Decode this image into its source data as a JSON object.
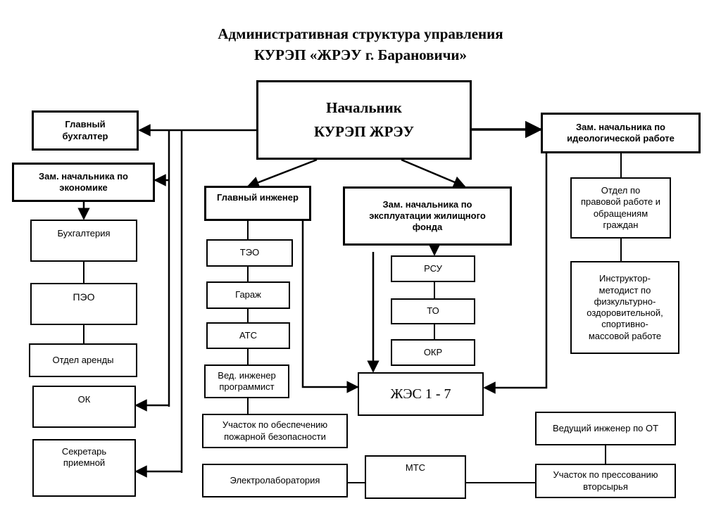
{
  "title_line1": "Административная структура управления",
  "title_line2": "КУРЭП «ЖРЭУ г. Барановичи»",
  "nodes": {
    "head_line1": "Начальник",
    "head_line2": "КУРЭП ЖРЭУ",
    "chief_accountant": "Главный\nбухгалтер",
    "deputy_econ": "Зам. начальника по\nэкономике",
    "accounting": "Бухгалтерия",
    "peo": "ПЭО",
    "rent": "Отдел аренды",
    "ok": "ОК",
    "secretary": "Секретарь\nприемной",
    "chief_engineer": "Главный инженер",
    "teo": "ТЭО",
    "garage": "Гараж",
    "ats": "АТС",
    "lead_programmer": "Вед. инженер\nпрограммист",
    "fire_safety": "Участок по обеспечению\nпожарной безопасности",
    "electrolab": "Электролаборатория",
    "mts": "МТС",
    "deputy_housing": "Зам. начальника по\nэксплуатации жилищного\nфонда",
    "rsu": "РСУ",
    "to": "ТО",
    "okr": "ОКР",
    "zhes": "ЖЭС 1 - 7",
    "deputy_ideology": "Зам. начальника по\nидеологической работе",
    "legal_dept": "Отдел по\nправовой работе и\nобращениям\nграждан",
    "instructor": "Инструктор-\nметодист по\nфизкультурно-\nоздоровительной,\nспортивно-\nмассовой работе",
    "lead_engineer_ot": "Ведущий инженер по ОТ",
    "pressing": "Участок по прессованию\nвторсырья"
  }
}
